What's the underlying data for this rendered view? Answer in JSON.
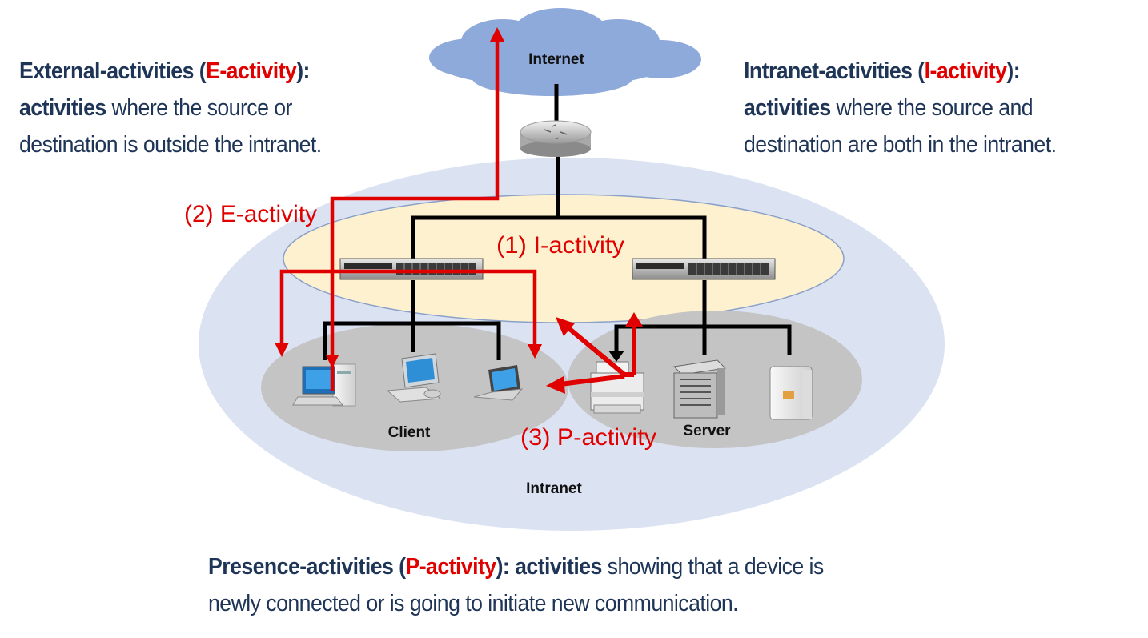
{
  "definitions": {
    "external": {
      "term": "External-activities (",
      "abbr": "E-activity",
      "close": "):",
      "line2_bold": "activities",
      "line2_rest": " where the source or",
      "line3": "destination is outside the intranet."
    },
    "intranet": {
      "term": "Intranet-activities (",
      "abbr": "I-activity",
      "close": "):",
      "line2_bold": "activities",
      "line2_rest": " where the source and",
      "line3": "destination are both in the intranet."
    },
    "presence": {
      "term": "Presence-activities (",
      "abbr": "P-activity",
      "close": "): ",
      "bold2": "activities",
      "rest1": " showing that a device is",
      "line2": "newly connected or is going to initiate new communication."
    }
  },
  "diagram": {
    "internet_label": "Internet",
    "intranet_label": "Intranet",
    "client_label": "Client",
    "server_label": "Server",
    "arrow_labels": {
      "i_activity": "(1) I-activity",
      "e_activity": "(2) E-activity",
      "p_activity": "(3) P-activity"
    }
  },
  "colors": {
    "text_navy": "#1f3557",
    "accent_red": "#e10000",
    "cloud": "#8eaadb",
    "intranet_zone": "#dbe3f3",
    "core_zone": "#fdf1cf",
    "subnet_zone": "#c4c4c4"
  }
}
